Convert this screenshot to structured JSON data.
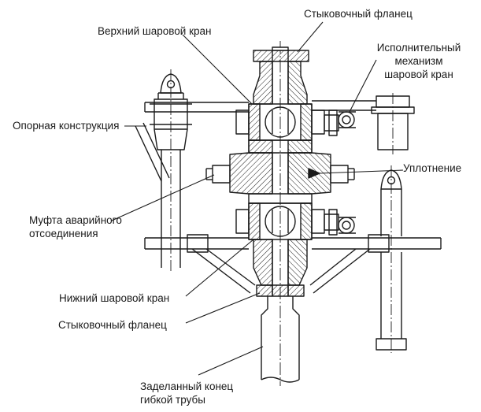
{
  "labels": {
    "top_flange": "Стыковочный фланец",
    "upper_valve": "Верхний шаровой кран",
    "actuator": [
      "Исполнительный",
      "механизм",
      "шаровой кран"
    ],
    "support": "Опорная конструкция",
    "seal": "Уплотнение",
    "coupling": [
      "Муфта аварийного",
      "отсоединения"
    ],
    "lower_valve": "Нижний шаровой кран",
    "bottom_flange": "Стыковочный фланец",
    "pipe_end": [
      "Заделанный конец",
      "гибкой трубы"
    ]
  },
  "colors": {
    "line": "#1a1a1a",
    "hatch": "#1a1a1a",
    "background": "#ffffff"
  }
}
